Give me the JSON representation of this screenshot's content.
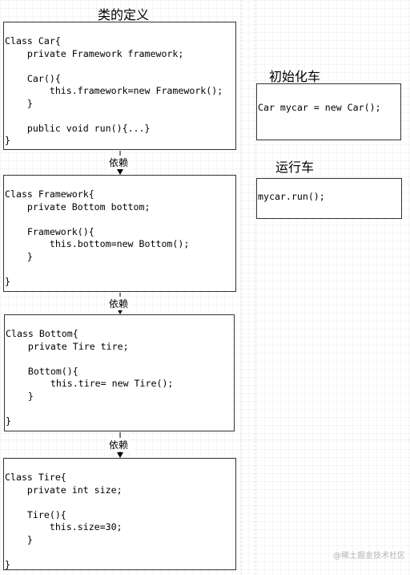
{
  "headings": {
    "class_definition": "类的定义",
    "init_car": "初始化车",
    "run_car": "运行车"
  },
  "classes": {
    "car": "Class Car{\n    private Framework framework;\n\n    Car(){\n        this.framework=new Framework();\n    }\n\n    public void run(){...}\n}",
    "framework": "Class Framework{\n    private Bottom bottom;\n\n    Framework(){\n        this.bottom=new Bottom();\n    }\n\n}",
    "bottom": "Class Bottom{\n    private Tire tire;\n\n    Bottom(){\n        this.tire= new Tire();\n    }\n\n}",
    "tire": "Class Tire{\n    private int size;\n\n    Tire(){\n        this.size=30;\n    }\n\n}"
  },
  "snippets": {
    "init_code": "Car mycar = new Car();",
    "run_code": "mycar.run();"
  },
  "dependencies": [
    {
      "label": "依赖"
    },
    {
      "label": "依赖"
    },
    {
      "label": "依赖"
    }
  ],
  "watermark": "@稀土掘金技术社区"
}
